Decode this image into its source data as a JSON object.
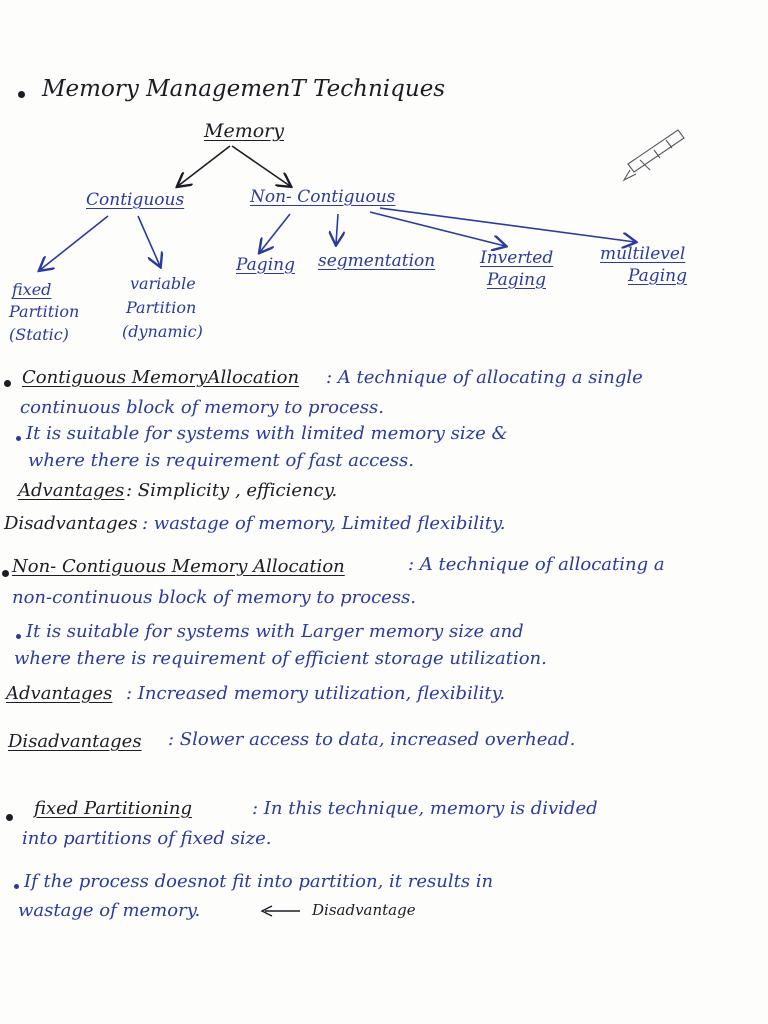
{
  "title": "Memory ManagemenT Techniques",
  "tree": {
    "root": "Memory",
    "contiguous": "Contiguous",
    "non_contiguous": "Non- Contiguous",
    "fixed": [
      "fixed",
      "Partition",
      "(Static)"
    ],
    "variable": [
      "variable",
      "Partition",
      "(dynamic)"
    ],
    "paging": "Paging",
    "segmentation": "segmentation",
    "inverted": [
      "Inverted",
      "Paging"
    ],
    "multilevel": [
      "multilevel",
      "Paging"
    ]
  },
  "contiguous_section": {
    "heading": "Contiguous MemoryAllocation",
    "definition_1": ": A technique of allocating a single",
    "definition_2": "continuous block of memory to process.",
    "point_1": "It is suitable for systems with limited memory size &",
    "point_2": "where there is requirement of fast access.",
    "advantages_label": "Advantages",
    "advantages_text": ": Simplicity , efficiency.",
    "disadvantages_label": "Disadvantages",
    "disadvantages_text": ": wastage of memory, Limited flexibility."
  },
  "non_contiguous_section": {
    "heading": "Non- Contiguous Memory Allocation",
    "definition_1": ": A technique of allocating a",
    "definition_2": "non-continuous block of memory to process.",
    "point_1": "It is suitable for systems with Larger memory size and",
    "point_2": "where there is requirement of efficient storage utilization.",
    "advantages_label": "Advantages",
    "advantages_text": ": Increased memory utilization, flexibility.",
    "disadvantages_label": "Disadvantages",
    "disadvantages_text": ": Slower access to data, increased overhead."
  },
  "fixed_section": {
    "heading": "fixed Partitioning",
    "definition_1": ": In this technique, memory is divided",
    "definition_2": "into partitions of fixed size.",
    "point_1": "If the process doesnot fit into partition, it results in",
    "point_2": "wastage of memory.",
    "side_note": "Disadvantage"
  },
  "colors": {
    "black_ink": "#1c1c24",
    "blue_ink": "#2b3a9c"
  }
}
